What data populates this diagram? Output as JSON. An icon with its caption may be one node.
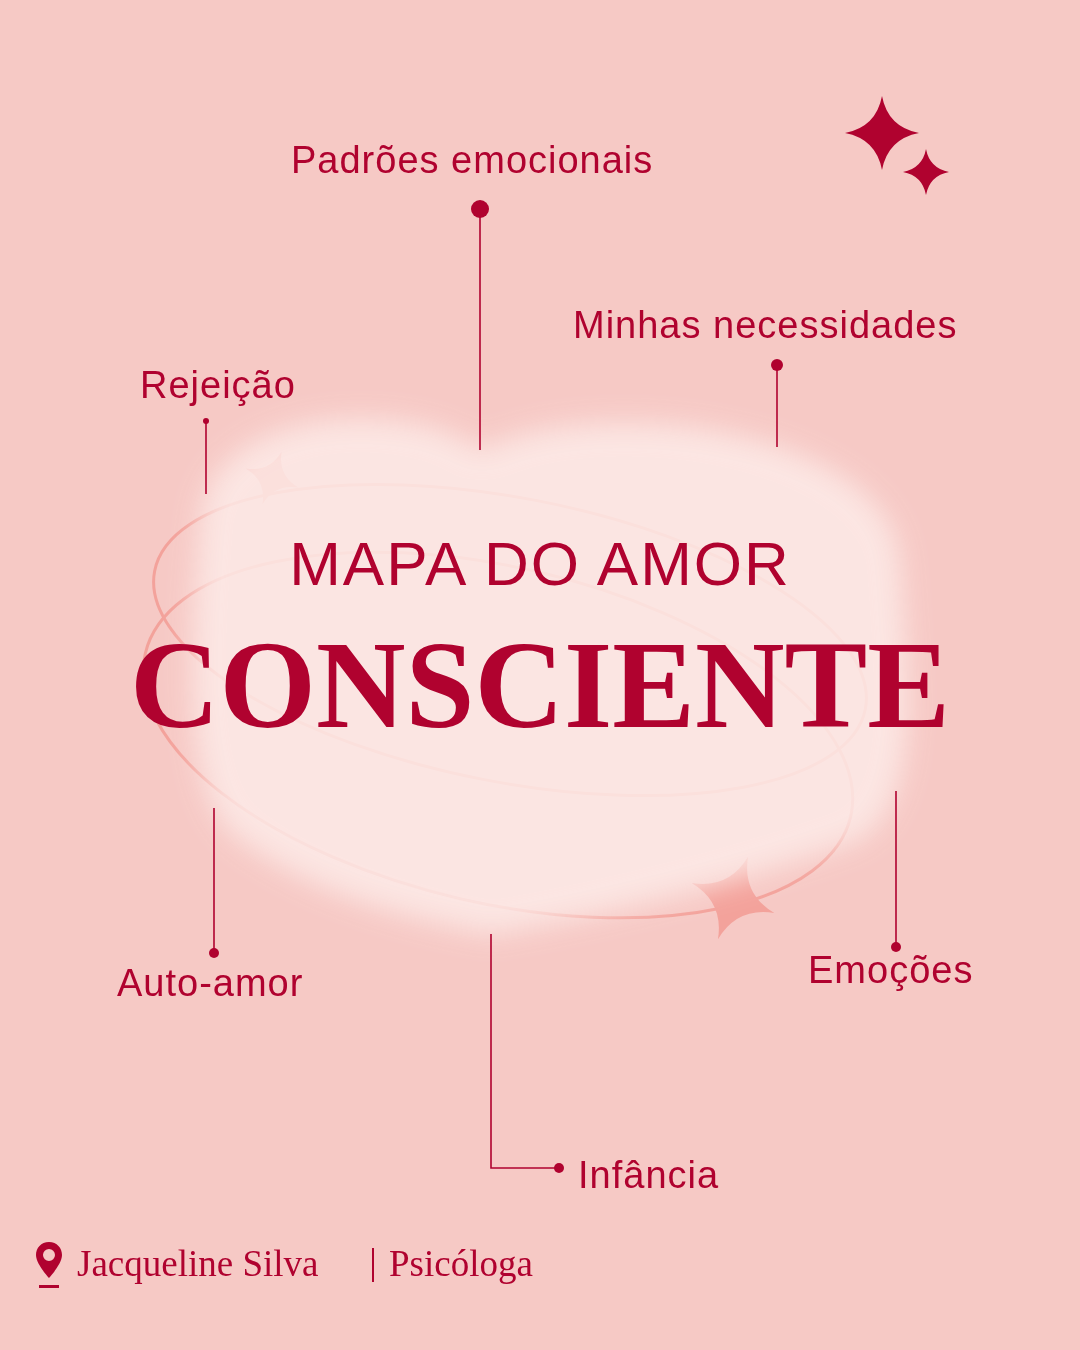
{
  "diagram": {
    "nodes": [
      {
        "text": [
          "Padrões emocionais"
        ]
      },
      {
        "text": [
          "Minhas necessidades"
        ]
      },
      {
        "text": [
          "Rejeição"
        ]
      },
      {
        "text": [
          "MAPA DO AMOR",
          "CONSCIENTE"
        ]
      },
      {
        "text": [
          "Emoções"
        ]
      },
      {
        "text": [
          "Auto-amor"
        ]
      },
      {
        "text": [
          "Infância"
        ]
      }
    ],
    "edges": [
      {
        "from": 0,
        "to": 3,
        "arrow": "other"
      },
      {
        "from": 1,
        "to": 3,
        "arrow": "other"
      },
      {
        "from": 2,
        "to": 3,
        "arrow": "other"
      },
      {
        "from": 4,
        "to": 3,
        "arrow": "other"
      },
      {
        "from": 5,
        "to": 3,
        "arrow": "other"
      },
      {
        "from": 6,
        "to": 3,
        "arrow": "other"
      }
    ],
    "labels": [
      "Jacqueline Silva",
      "Psicóloga"
    ]
  }
}
